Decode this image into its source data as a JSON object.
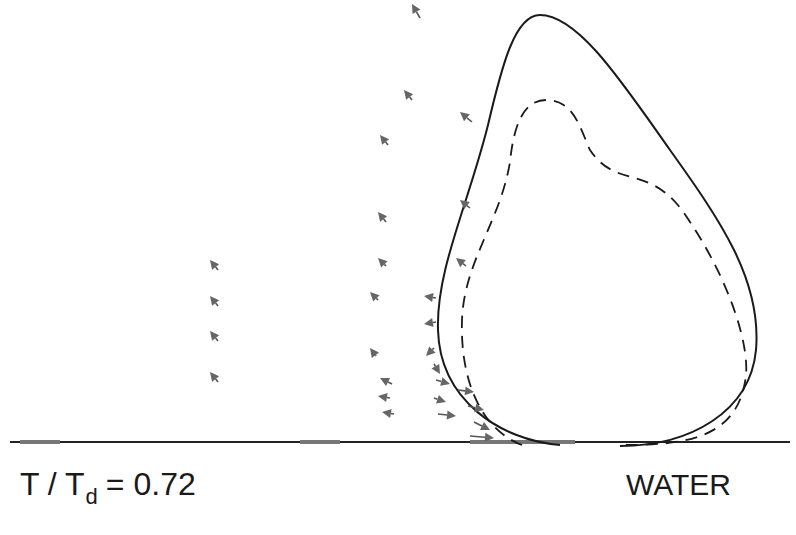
{
  "diagram": {
    "labels": [
      "T / T",
      "d",
      "= 0.72",
      "WATER"
    ]
  }
}
